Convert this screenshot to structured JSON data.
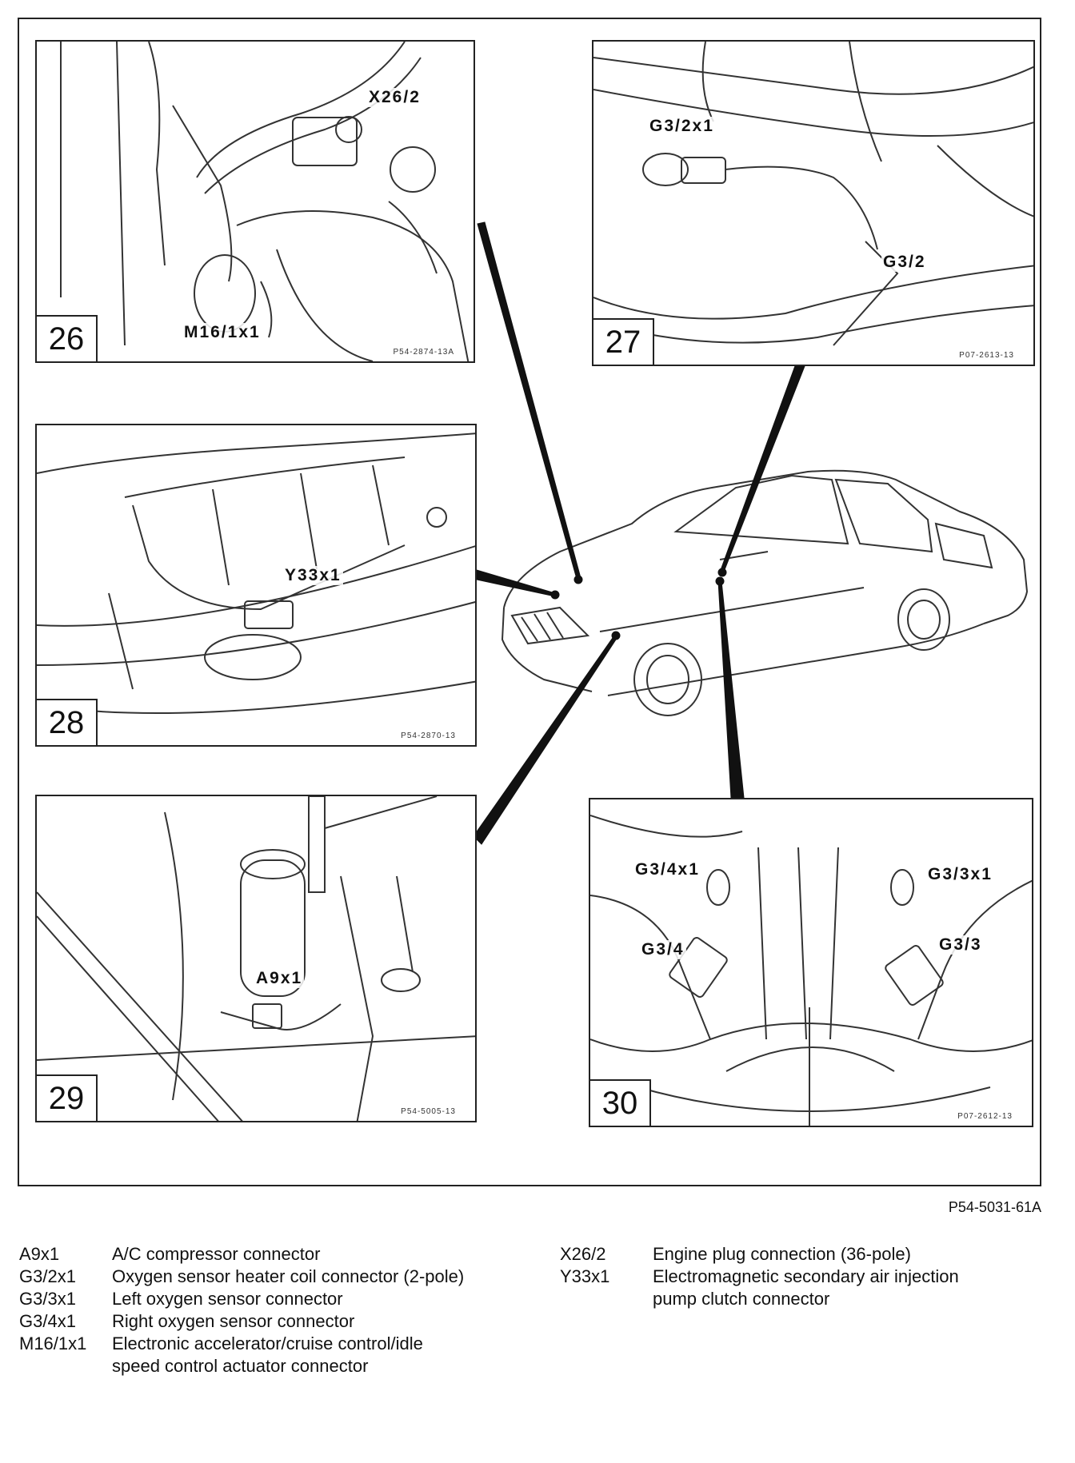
{
  "figure_code": "P54-5031-61A",
  "panels": [
    {
      "number": "26",
      "code": "P54-2874-13A",
      "callouts": [
        "X26/2",
        "M16/1x1"
      ]
    },
    {
      "number": "27",
      "code": "P07-2613-13",
      "callouts": [
        "G3/2x1",
        "G3/2"
      ]
    },
    {
      "number": "28",
      "code": "P54-2870-13",
      "callouts": [
        "Y33x1"
      ]
    },
    {
      "number": "29",
      "code": "P54-5005-13",
      "callouts": [
        "A9x1"
      ]
    },
    {
      "number": "30",
      "code": "P07-2612-13",
      "callouts": [
        "G3/4x1",
        "G3/3x1",
        "G3/4",
        "G3/3"
      ]
    }
  ],
  "legend_left": [
    {
      "code": "A9x1",
      "desc": "A/C compressor connector"
    },
    {
      "code": "G3/2x1",
      "desc": "Oxygen sensor heater coil connector (2-pole)"
    },
    {
      "code": "G3/3x1",
      "desc": "Left oxygen sensor connector"
    },
    {
      "code": "G3/4x1",
      "desc": "Right oxygen sensor connector"
    },
    {
      "code": "M16/1x1",
      "desc": "Electronic accelerator/cruise control/idle speed control actuator connector"
    }
  ],
  "legend_right": [
    {
      "code": "X26/2",
      "desc": "Engine plug connection (36-pole)"
    },
    {
      "code": "Y33x1",
      "desc": "Electromagnetic secondary air injection pump clutch connector"
    }
  ]
}
